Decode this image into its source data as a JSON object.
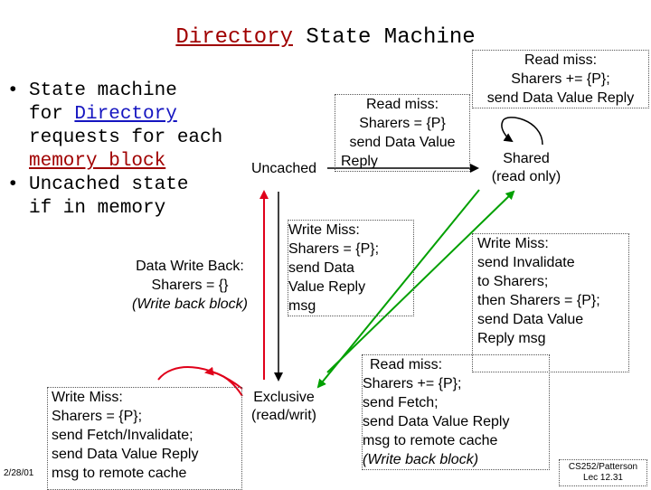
{
  "title": {
    "part1": "Directory",
    "part2": " State Machine"
  },
  "bullets": [
    {
      "l1": "State machine",
      "l2a": "for ",
      "l2link": "Directory",
      "l3": "requests for each",
      "l4link": "memory block"
    },
    {
      "l1": "Uncached state",
      "l2": "if in memory"
    }
  ],
  "states": {
    "uncached": "Uncached",
    "shared": [
      "Shared",
      "(read only)"
    ],
    "exclusive": [
      "Exclusive",
      "(read/writ)"
    ]
  },
  "transitions": {
    "uncached_to_shared": [
      "Read miss:",
      "Sharers = {P}",
      "send Data Value",
      "Reply"
    ],
    "shared_self": [
      "Read miss:",
      "Sharers += {P};",
      "send Data Value Reply"
    ],
    "exclusive_to_uncached": [
      "Data Write Back:",
      "Sharers = {}",
      "(Write back block)"
    ],
    "uncached_to_exclusive": [
      "Write Miss:",
      "Sharers = {P};",
      "send Data",
      "Value Reply",
      "msg"
    ],
    "shared_to_exclusive": [
      "Write Miss:",
      "send Invalidate",
      "to Sharers;",
      "then Sharers = {P};",
      "send Data Value",
      "Reply msg"
    ],
    "exclusive_self": [
      "Write Miss:",
      "Sharers = {P};",
      "send Fetch/Invalidate;",
      "send Data Value Reply",
      "msg to remote cache"
    ],
    "exclusive_to_shared": [
      "Read miss:",
      "Sharers += {P};",
      "send Fetch;",
      "send Data Value Reply",
      "msg to remote cache",
      "(Write back block)"
    ]
  },
  "footer": {
    "date": "2/28/01",
    "course": "CS252/Patterson",
    "lecture": "Lec 12.31"
  },
  "colors": {
    "red_arrow": "#e0001a",
    "green_arrow": "#00a000",
    "title_red": "#a00000",
    "link_blue": "#1515c0"
  }
}
